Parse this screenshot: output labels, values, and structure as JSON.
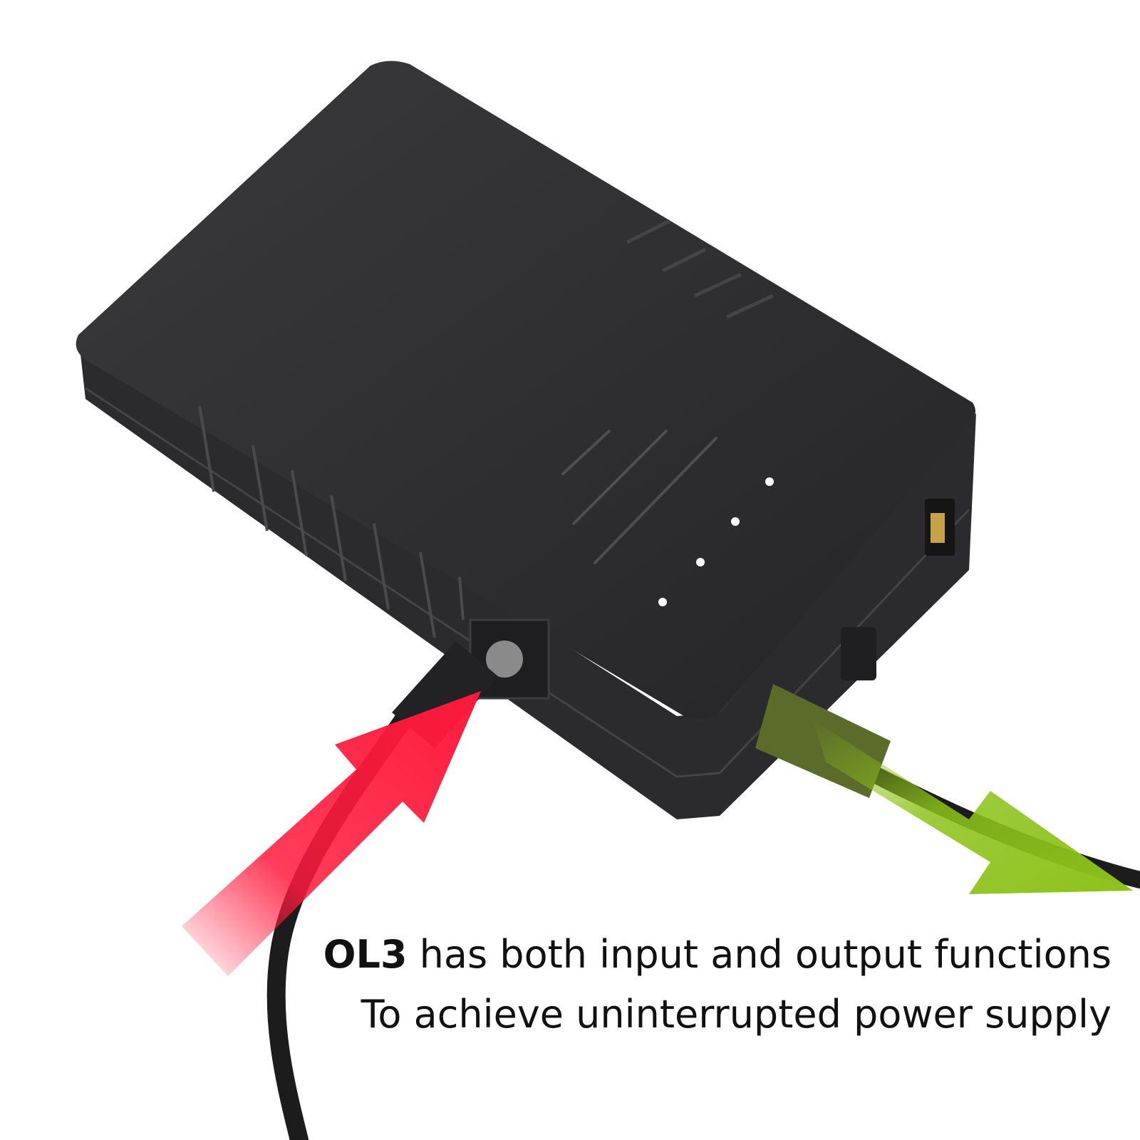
{
  "product": {
    "model": "OL3"
  },
  "caption": {
    "line1_rest": " has both input and output functions",
    "line2": "To achieve uninterrupted power supply"
  },
  "colors": {
    "background": "#ffffff",
    "device_body": "#2b2b2d",
    "device_top": "#2e2e31",
    "input_arrow": "#ff1a3c",
    "output_arrow": "#8cc21a",
    "cable": "#1c1c1c",
    "led": "#ffffff",
    "text": "#111111"
  },
  "indicators": {
    "led_count": 4
  }
}
